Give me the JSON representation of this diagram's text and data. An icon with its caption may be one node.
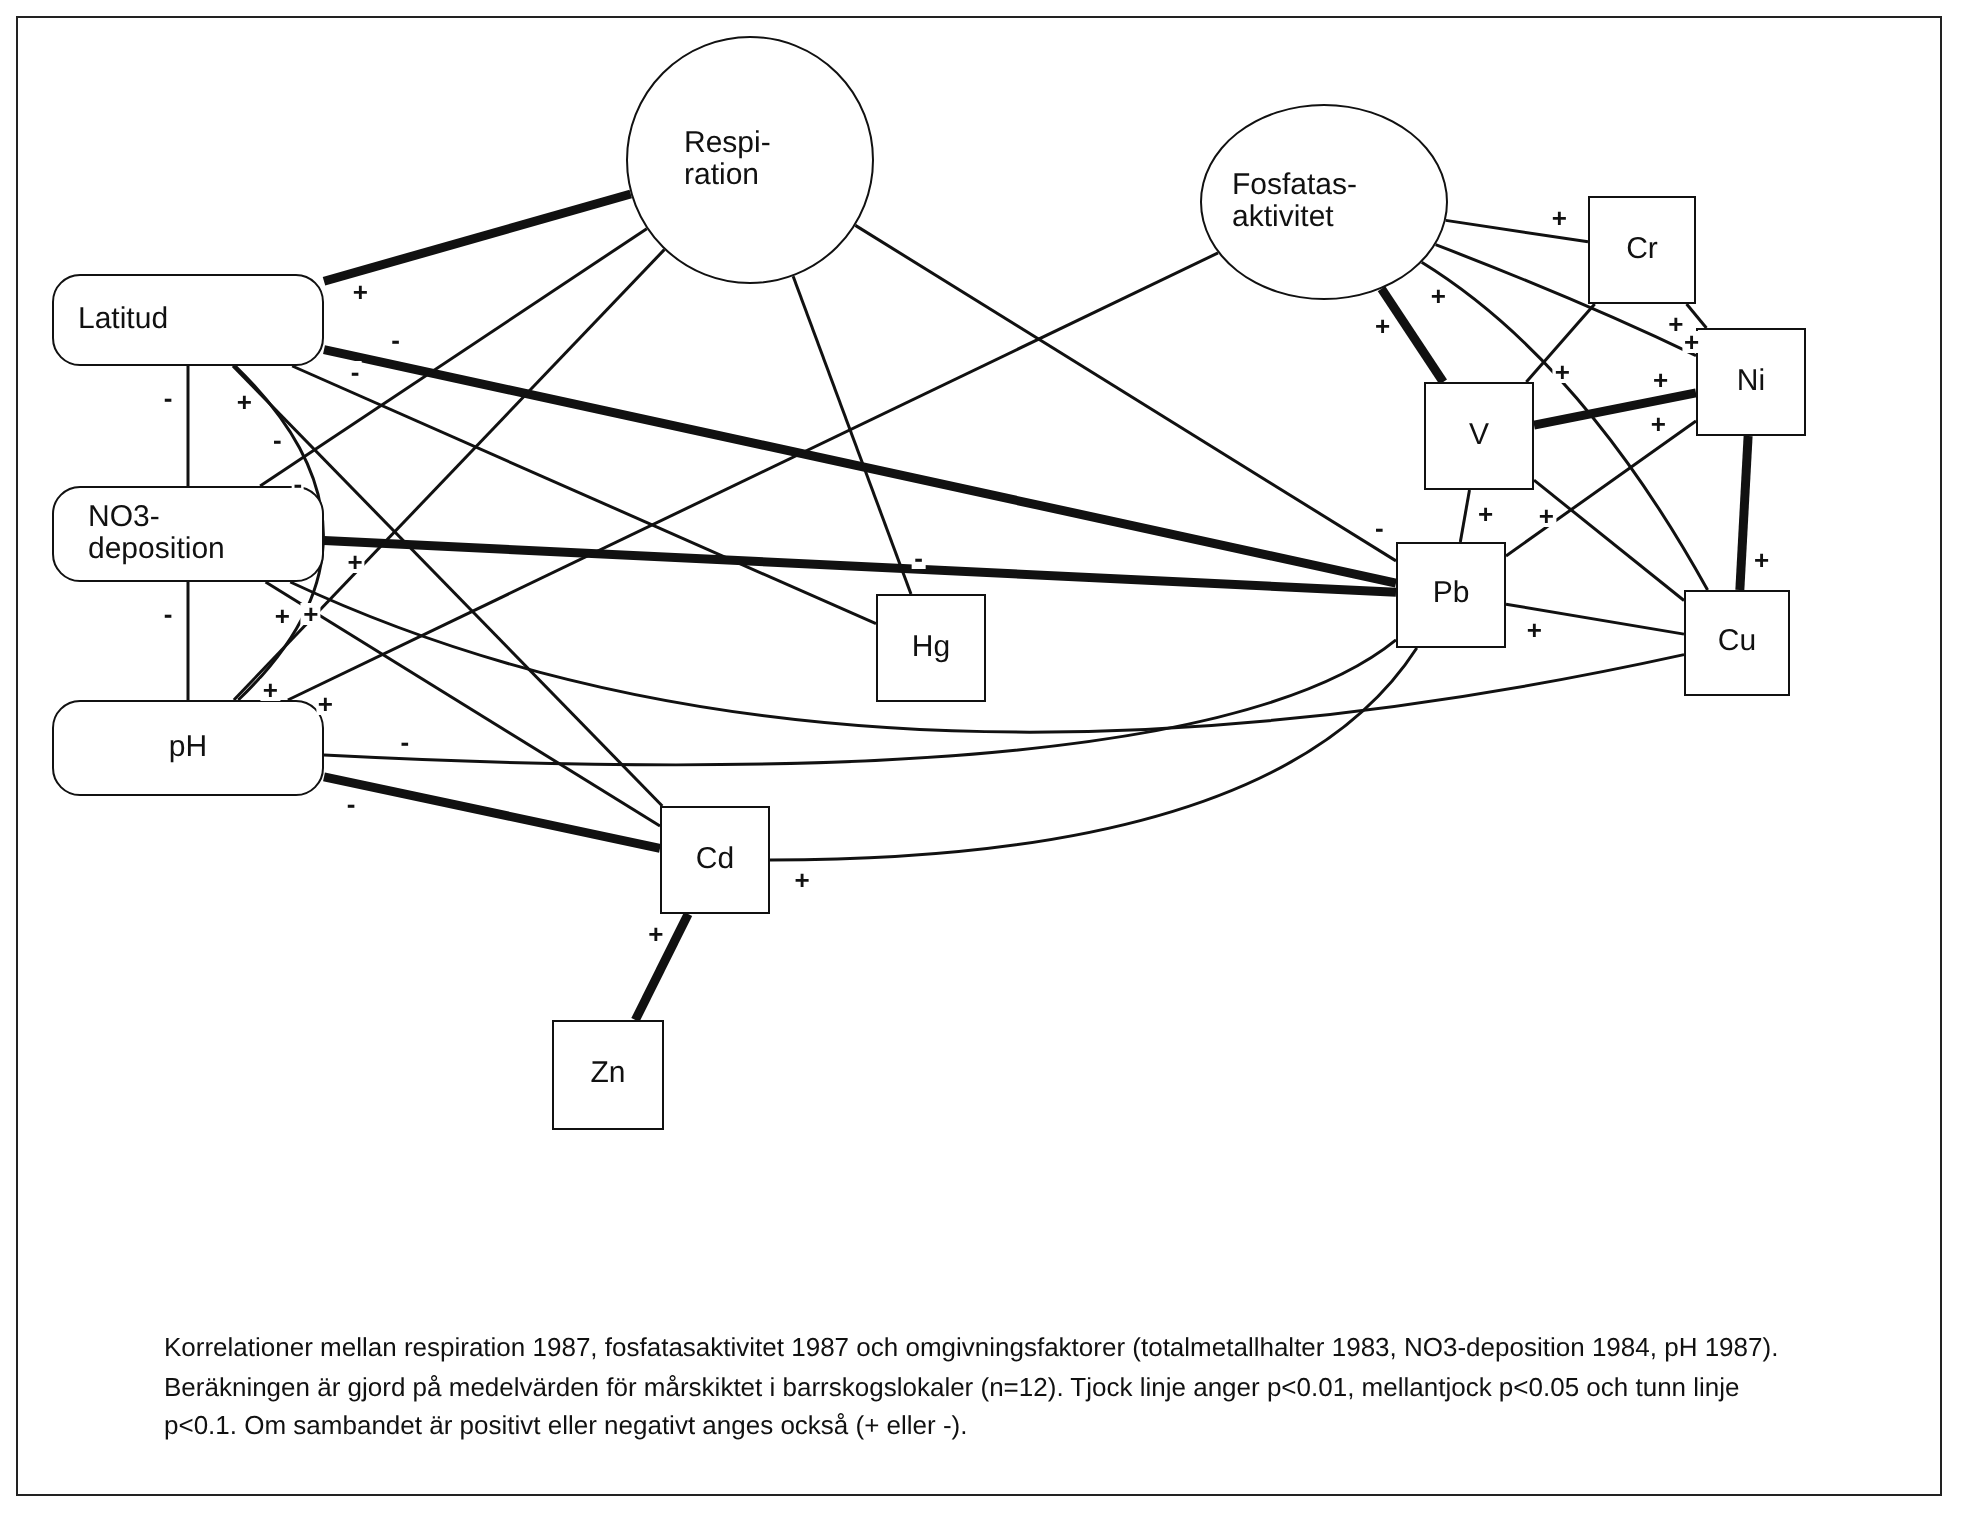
{
  "diagram": {
    "nodes": [
      {
        "text": [
          "Respi- ration"
        ]
      },
      {
        "text": [
          "Fosfatas- aktivitet"
        ]
      },
      {
        "text": [
          "Latitud"
        ]
      },
      {
        "text": [
          "Cr"
        ]
      },
      {
        "text": [
          "V"
        ]
      },
      {
        "text": [
          "Ni"
        ]
      },
      {
        "text": [
          "NO3- deposition"
        ]
      },
      {
        "text": [
          "Hg"
        ]
      },
      {
        "text": [
          "Pb"
        ]
      },
      {
        "text": [
          "Cu"
        ]
      },
      {
        "text": [
          "pH"
        ]
      },
      {
        "text": [
          "Cd"
        ]
      },
      {
        "text": [
          "Zn"
        ]
      }
    ],
    "edges": [
      {
        "from": 2,
        "to": 0,
        "arrow": "none",
        "label": "+",
        "style": "thick"
      },
      {
        "from": 2,
        "to": 6,
        "arrow": "none",
        "label": "-"
      },
      {
        "from": 6,
        "to": 10,
        "arrow": "none",
        "label": "-"
      },
      {
        "from": 2,
        "to": 8,
        "arrow": "none",
        "label": "-",
        "style": "thick"
      },
      {
        "from": 2,
        "to": 7,
        "arrow": "none",
        "label": "-"
      },
      {
        "from": 2,
        "to": 11,
        "arrow": "none",
        "label": "-"
      },
      {
        "from": 2,
        "to": 10,
        "arrow": "none",
        "label": "+"
      },
      {
        "from": 6,
        "to": 0,
        "arrow": "none",
        "label": "-"
      },
      {
        "from": 6,
        "to": 8,
        "arrow": "none",
        "label": "+",
        "style": "thick"
      },
      {
        "from": 6,
        "to": 11,
        "arrow": "none",
        "label": "+"
      },
      {
        "from": 6,
        "to": 9,
        "arrow": "none",
        "label": "+"
      },
      {
        "from": 10,
        "to": 0,
        "arrow": "none",
        "label": "+"
      },
      {
        "from": 10,
        "to": 1,
        "arrow": "none",
        "label": "+"
      },
      {
        "from": 10,
        "to": 8,
        "arrow": "none",
        "label": "-"
      },
      {
        "from": 10,
        "to": 11,
        "arrow": "none",
        "label": "-",
        "style": "thick"
      },
      {
        "from": 7,
        "to": 0,
        "arrow": "none",
        "label": "-"
      },
      {
        "from": 8,
        "to": 0,
        "arrow": "none",
        "label": "-"
      },
      {
        "from": 3,
        "to": 1,
        "arrow": "none",
        "label": "+"
      },
      {
        "from": 5,
        "to": 1,
        "arrow": "none",
        "label": "+"
      },
      {
        "from": 1,
        "to": 4,
        "arrow": "none",
        "label": "+",
        "style": "thick"
      },
      {
        "from": 1,
        "to": 9,
        "arrow": "none",
        "label": "+"
      },
      {
        "from": 3,
        "to": 5,
        "arrow": "none",
        "label": "+"
      },
      {
        "from": 4,
        "to": 3,
        "arrow": "none",
        "label": "+"
      },
      {
        "from": 5,
        "to": 4,
        "arrow": "none",
        "label": "+",
        "style": "thick"
      },
      {
        "from": 4,
        "to": 9,
        "arrow": "none",
        "label": "+"
      },
      {
        "from": 8,
        "to": 4,
        "arrow": "none",
        "label": "+"
      },
      {
        "from": 9,
        "to": 5,
        "arrow": "none",
        "label": "+",
        "style": "thick"
      },
      {
        "from": 5,
        "to": 8,
        "arrow": "none",
        "label": "+"
      },
      {
        "from": 8,
        "to": 9,
        "arrow": "none",
        "label": "+"
      },
      {
        "from": 11,
        "to": 8,
        "arrow": "none",
        "label": "+"
      },
      {
        "from": 11,
        "to": 12,
        "arrow": "none",
        "label": "+",
        "style": "thick"
      }
    ],
    "caption": "Korrelationer mellan respiration 1987, fosfatasaktivitet 1987 och omgivningsfaktorer (totalmetallhalter 1983, NO3-deposition 1984, pH 1987). Beräkningen är gjord på medelvärden för mårskiktet i barrskogslokaler (n=12). Tjock linje anger p<0.01, mellantjock p<0.05 och tunn linje p<0.1. Om sambandet är positivt eller negativt anges också (+ eller -)."
  }
}
